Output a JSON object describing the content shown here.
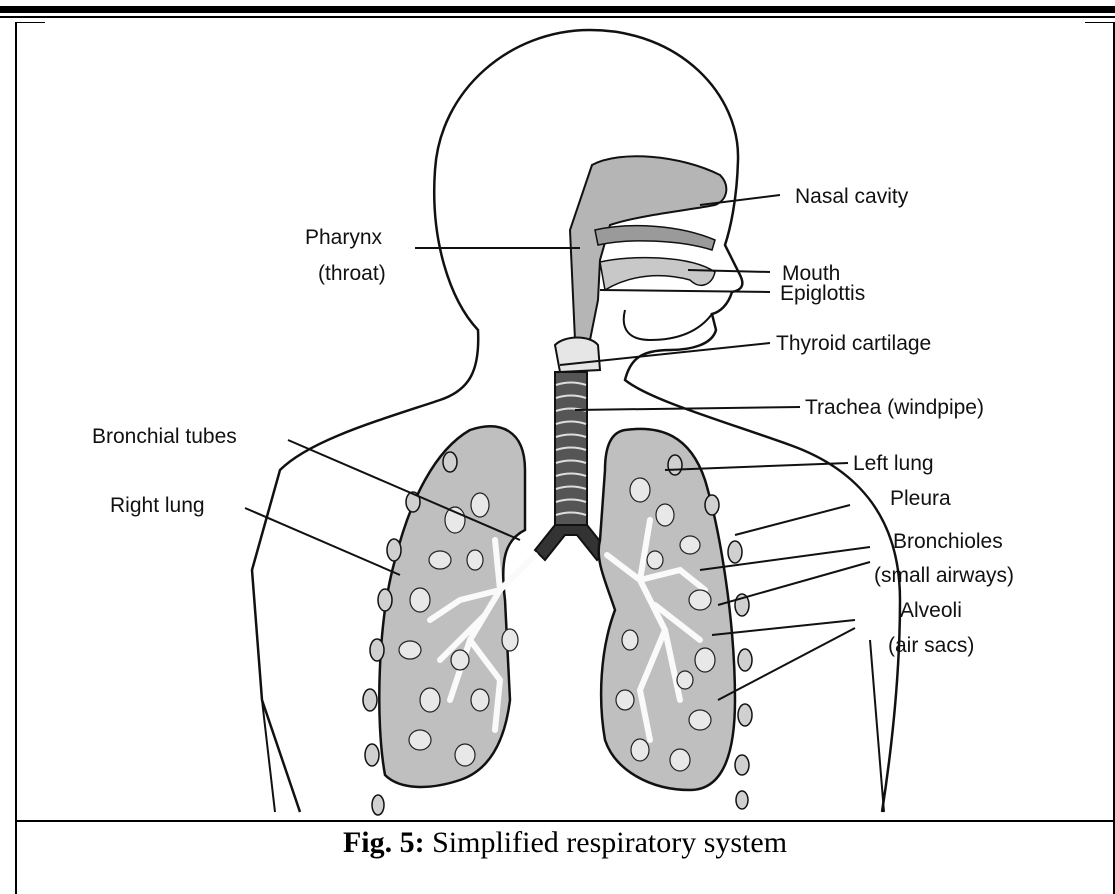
{
  "labels": {
    "nasal_cavity": "Nasal cavity",
    "mouth": "Mouth",
    "epiglottis": "Epiglottis",
    "thyroid_cartilage": "Thyroid cartilage",
    "trachea": "Trachea (windpipe)",
    "pharynx_line1": "Pharynx",
    "pharynx_line2": "(throat)",
    "bronchial_tubes": "Bronchial tubes",
    "right_lung": "Right lung",
    "left_lung": "Left lung",
    "pleura": "Pleura",
    "bronchioles_line1": "Bronchioles",
    "bronchioles_line2": "(small airways)",
    "alveoli_line1": "Alveoli",
    "alveoli_line2": "(air sacs)"
  },
  "caption": {
    "prefix": "Fig. 5:",
    "text": " Simplified respiratory system"
  }
}
